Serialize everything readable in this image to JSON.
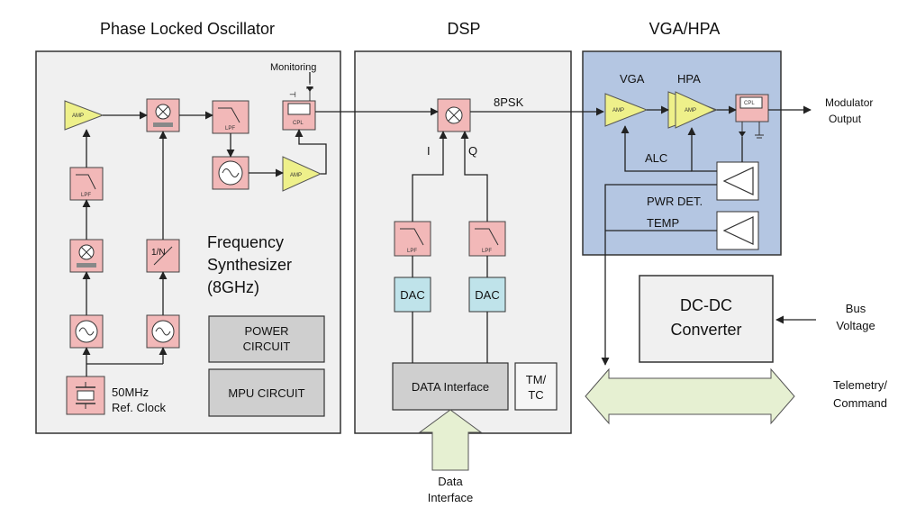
{
  "titles": {
    "plo": "Phase Locked Oscillator",
    "dsp": "DSP",
    "vga_hpa": "VGA/HPA"
  },
  "plo": {
    "amp1": "AMP",
    "lpf1": "LPF",
    "divider": "1/N",
    "lpf2": "LPF",
    "amp2": "AMP",
    "cpl": "CPL",
    "monitoring": "Monitoring",
    "synth_line1": "Frequency",
    "synth_line2": "Synthesizer",
    "synth_line3": "(8GHz)",
    "power_line1": "POWER",
    "power_line2": "CIRCUIT",
    "mpu": "MPU CIRCUIT",
    "clock_line1": "50MHz",
    "clock_line2": "Ref. Clock"
  },
  "dsp": {
    "mod_label": "8PSK",
    "i_label": "I",
    "q_label": "Q",
    "lpf_i": "LPF",
    "lpf_q": "LPF",
    "dac_i": "DAC",
    "dac_q": "DAC",
    "data_interface_block": "DATA Interface",
    "tmtc_line1": "TM/",
    "tmtc_line2": "TC",
    "data_in_line1": "Data",
    "data_in_line2": "Interface"
  },
  "vga": {
    "vga_label": "VGA",
    "hpa_label": "HPA",
    "amp_vga": "AMP",
    "amp_hpa": "AMP",
    "cpl": "CPL",
    "alc": "ALC",
    "pwr_det": "PWR DET.",
    "temp": "TEMP",
    "output_line1": "Modulator",
    "output_line2": "Output"
  },
  "power": {
    "dcdc_line1": "DC-DC",
    "dcdc_line2": "Converter",
    "bus_line1": "Bus",
    "bus_line2": "Voltage"
  },
  "tmcmd": {
    "line1": "Telemetry/",
    "line2": "Command"
  },
  "colors": {
    "plo_panel": "#f0f0f0",
    "dsp_panel": "#f0f0f0",
    "vga_panel": "#b4c6e2",
    "block_pink": "#f2b8b8",
    "amp_yellow": "#eef08a",
    "dac_cyan": "#bfe3ea",
    "circuit_gray": "#cfcfcf",
    "bus_arrow": "#e6f0d2"
  }
}
